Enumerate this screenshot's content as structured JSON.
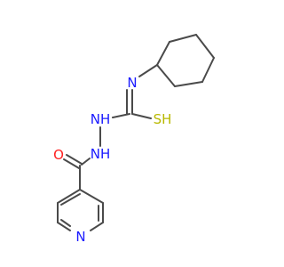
{
  "molecule": {
    "atoms": {
      "N_imine": "N",
      "S": "SH",
      "NH_upper": "NH",
      "NH_lower": "NH",
      "O": "O",
      "N_pyridine": "N"
    }
  },
  "colors": {
    "bond": "#4a4a4a",
    "nitrogen": "#1a1aff",
    "oxygen": "#ff2020",
    "sulfur": "#b8b800"
  }
}
